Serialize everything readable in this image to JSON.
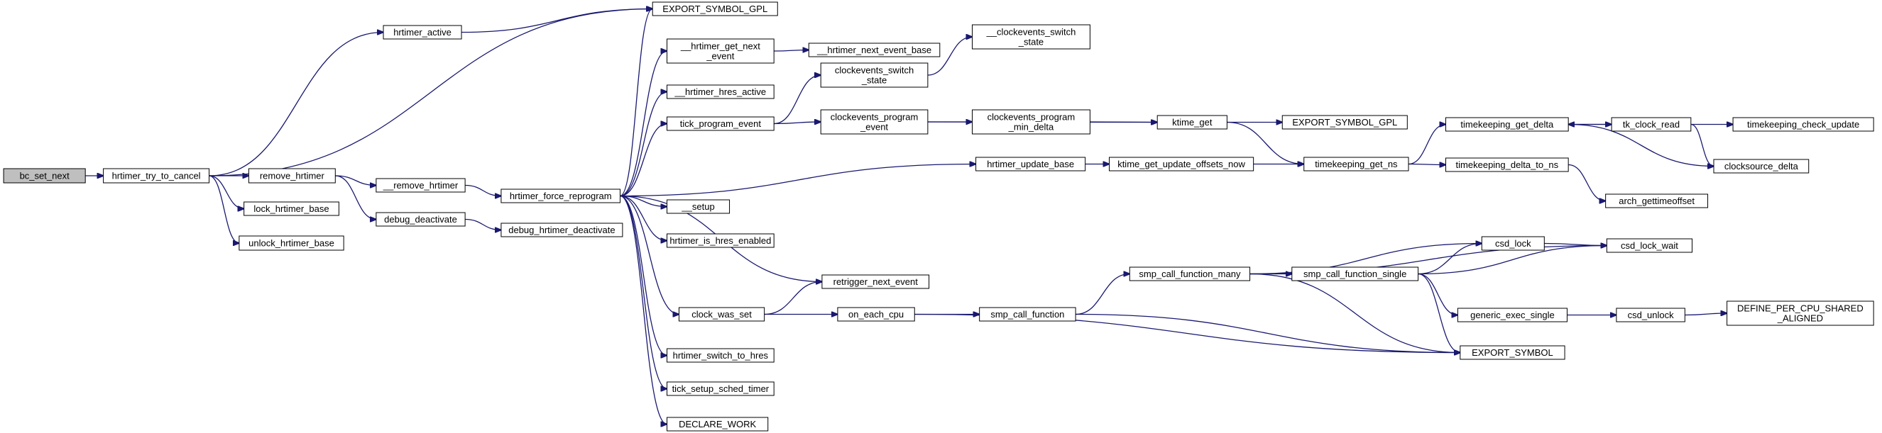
{
  "graph": {
    "colors": {
      "edge": "#191970",
      "node_border": "#000000",
      "root_fill": "#bfbfbf",
      "node_fill": "#ffffff"
    },
    "nodes": {
      "bc_set_next": "bc_set_next",
      "hrtimer_try_to_cancel": "hrtimer_try_to_cancel",
      "hrtimer_active": "hrtimer_active",
      "export_symbol_gpl_1": "EXPORT_SYMBOL_GPL",
      "remove_hrtimer": "remove_hrtimer",
      "lock_hrtimer_base": "lock_hrtimer_base",
      "unlock_hrtimer_base": "unlock_hrtimer_base",
      "__remove_hrtimer": "__remove_hrtimer",
      "debug_deactivate": "debug_deactivate",
      "debug_hrtimer_deactivate": "debug_hrtimer_deactivate",
      "hrtimer_force_reprogram": "hrtimer_force_reprogram",
      "__hrtimer_get_next_event": [
        "__hrtimer_get_next",
        "_event"
      ],
      "__hrtimer_next_event_base": "__hrtimer_next_event_base",
      "__hrtimer_hres_active": "__hrtimer_hres_active",
      "tick_program_event": "tick_program_event",
      "clockevents_switch_state": [
        "clockevents_switch",
        "_state"
      ],
      "__clockevents_switch_state": [
        "__clockevents_switch",
        "_state"
      ],
      "clockevents_program_event": [
        "clockevents_program",
        "_event"
      ],
      "clockevents_program_min_delta": [
        "clockevents_program",
        "_min_delta"
      ],
      "ktime_get": "ktime_get",
      "export_symbol_gpl_2": "EXPORT_SYMBOL_GPL",
      "hrtimer_update_base": "hrtimer_update_base",
      "ktime_get_update_offsets_now": "ktime_get_update_offsets_now",
      "timekeeping_get_ns": "timekeeping_get_ns",
      "timekeeping_get_delta": "timekeeping_get_delta",
      "tk_clock_read": "tk_clock_read",
      "timekeeping_check_update": "timekeeping_check_update",
      "clocksource_delta": "clocksource_delta",
      "timekeeping_delta_to_ns": "timekeeping_delta_to_ns",
      "arch_gettimeoffset": "arch_gettimeoffset",
      "__setup": "__setup",
      "hrtimer_is_hres_enabled": "hrtimer_is_hres_enabled",
      "retrigger_next_event": "retrigger_next_event",
      "clock_was_set": "clock_was_set",
      "on_each_cpu": "on_each_cpu",
      "smp_call_function": "smp_call_function",
      "smp_call_function_many": "smp_call_function_many",
      "smp_call_function_single": "smp_call_function_single",
      "csd_lock": "csd_lock",
      "csd_lock_wait": "csd_lock_wait",
      "generic_exec_single": "generic_exec_single",
      "csd_unlock": "csd_unlock",
      "define_per_cpu_shared_aligned": [
        "DEFINE_PER_CPU_SHARED",
        "_ALIGNED"
      ],
      "export_symbol": "EXPORT_SYMBOL",
      "hrtimer_switch_to_hres": "hrtimer_switch_to_hres",
      "tick_setup_sched_timer": "tick_setup_sched_timer",
      "declare_work": "DECLARE_WORK"
    },
    "edges": [
      [
        "bc_set_next",
        "hrtimer_try_to_cancel"
      ],
      [
        "hrtimer_try_to_cancel",
        "hrtimer_active"
      ],
      [
        "hrtimer_try_to_cancel",
        "export_symbol_gpl_1"
      ],
      [
        "hrtimer_try_to_cancel",
        "remove_hrtimer"
      ],
      [
        "hrtimer_try_to_cancel",
        "lock_hrtimer_base"
      ],
      [
        "hrtimer_try_to_cancel",
        "unlock_hrtimer_base"
      ],
      [
        "hrtimer_active",
        "export_symbol_gpl_1"
      ],
      [
        "remove_hrtimer",
        "__remove_hrtimer"
      ],
      [
        "remove_hrtimer",
        "debug_deactivate"
      ],
      [
        "debug_deactivate",
        "debug_hrtimer_deactivate"
      ],
      [
        "__remove_hrtimer",
        "hrtimer_force_reprogram"
      ],
      [
        "hrtimer_force_reprogram",
        "export_symbol_gpl_1"
      ],
      [
        "hrtimer_force_reprogram",
        "__hrtimer_get_next_event"
      ],
      [
        "hrtimer_force_reprogram",
        "__hrtimer_hres_active"
      ],
      [
        "hrtimer_force_reprogram",
        "tick_program_event"
      ],
      [
        "hrtimer_force_reprogram",
        "hrtimer_update_base"
      ],
      [
        "hrtimer_force_reprogram",
        "__setup"
      ],
      [
        "hrtimer_force_reprogram",
        "hrtimer_is_hres_enabled"
      ],
      [
        "hrtimer_force_reprogram",
        "retrigger_next_event"
      ],
      [
        "hrtimer_force_reprogram",
        "clock_was_set"
      ],
      [
        "hrtimer_force_reprogram",
        "hrtimer_switch_to_hres"
      ],
      [
        "hrtimer_force_reprogram",
        "tick_setup_sched_timer"
      ],
      [
        "hrtimer_force_reprogram",
        "declare_work"
      ],
      [
        "__hrtimer_get_next_event",
        "__hrtimer_next_event_base"
      ],
      [
        "tick_program_event",
        "clockevents_switch_state"
      ],
      [
        "tick_program_event",
        "clockevents_program_event"
      ],
      [
        "clockevents_switch_state",
        "__clockevents_switch_state"
      ],
      [
        "clockevents_program_event",
        "clockevents_program_min_delta"
      ],
      [
        "clockevents_program_event",
        "ktime_get"
      ],
      [
        "clockevents_program_min_delta",
        "ktime_get"
      ],
      [
        "ktime_get",
        "export_symbol_gpl_2"
      ],
      [
        "ktime_get",
        "timekeeping_get_ns"
      ],
      [
        "hrtimer_update_base",
        "ktime_get_update_offsets_now"
      ],
      [
        "ktime_get_update_offsets_now",
        "timekeeping_get_ns"
      ],
      [
        "timekeeping_get_ns",
        "timekeeping_get_delta"
      ],
      [
        "timekeeping_get_ns",
        "timekeeping_delta_to_ns"
      ],
      [
        "timekeeping_get_delta",
        "tk_clock_read"
      ],
      [
        "timekeeping_get_delta",
        "clocksource_delta"
      ],
      [
        "tk_clock_read",
        "timekeeping_get_delta"
      ],
      [
        "tk_clock_read",
        "timekeeping_check_update"
      ],
      [
        "tk_clock_read",
        "clocksource_delta"
      ],
      [
        "timekeeping_delta_to_ns",
        "arch_gettimeoffset"
      ],
      [
        "clock_was_set",
        "retrigger_next_event"
      ],
      [
        "clock_was_set",
        "on_each_cpu"
      ],
      [
        "on_each_cpu",
        "smp_call_function"
      ],
      [
        "on_each_cpu",
        "export_symbol"
      ],
      [
        "smp_call_function",
        "smp_call_function_many"
      ],
      [
        "smp_call_function",
        "export_symbol"
      ],
      [
        "smp_call_function_many",
        "csd_lock"
      ],
      [
        "smp_call_function_many",
        "csd_lock_wait"
      ],
      [
        "smp_call_function_many",
        "smp_call_function_single"
      ],
      [
        "smp_call_function_many",
        "export_symbol"
      ],
      [
        "smp_call_function_single",
        "csd_lock"
      ],
      [
        "smp_call_function_single",
        "csd_lock_wait"
      ],
      [
        "smp_call_function_single",
        "generic_exec_single"
      ],
      [
        "smp_call_function_single",
        "export_symbol"
      ],
      [
        "csd_lock",
        "csd_lock_wait"
      ],
      [
        "generic_exec_single",
        "csd_unlock"
      ],
      [
        "csd_unlock",
        "define_per_cpu_shared_aligned"
      ]
    ]
  }
}
